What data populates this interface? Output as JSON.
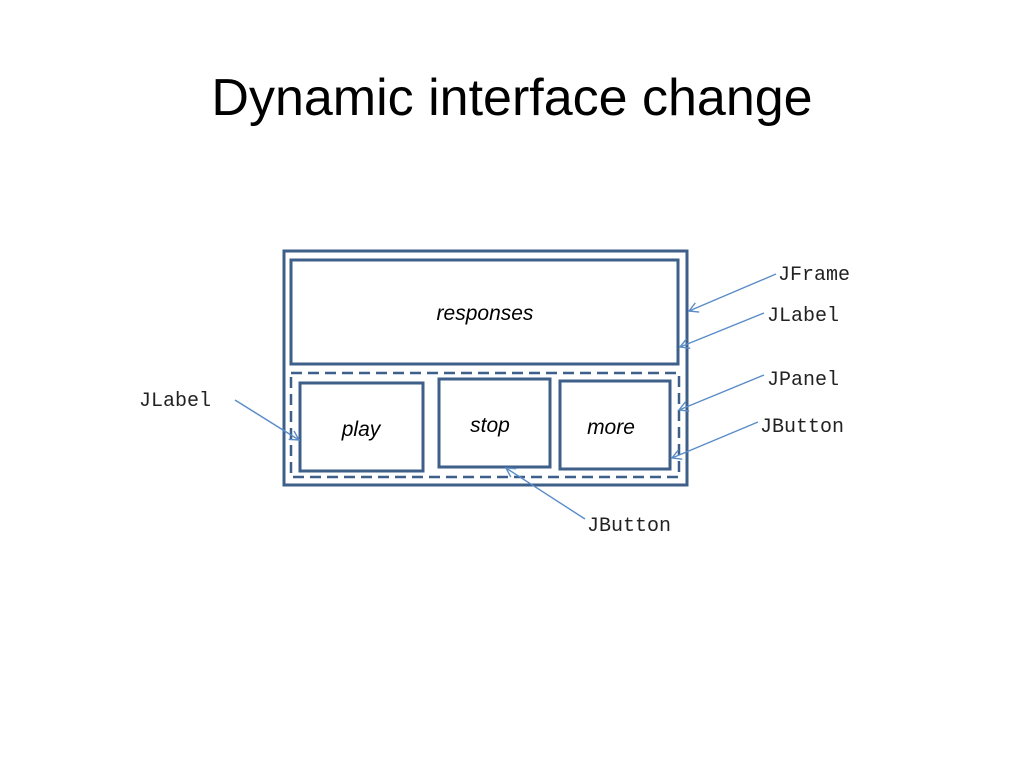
{
  "slide": {
    "title": "Dynamic interface change"
  },
  "diagram": {
    "boxes": {
      "responses": "responses",
      "play": "play",
      "stop": "stop",
      "more": "more"
    },
    "callouts": {
      "jframe": "JFrame",
      "jlabel_responses": "JLabel",
      "jpanel": "JPanel",
      "jbutton_more": "JButton",
      "jlabel_play": "JLabel",
      "jbutton_stop": "JButton"
    }
  },
  "colors": {
    "box_stroke": "#3e5f8a",
    "arrow_stroke": "#5a8cc8",
    "text": "#000000"
  }
}
